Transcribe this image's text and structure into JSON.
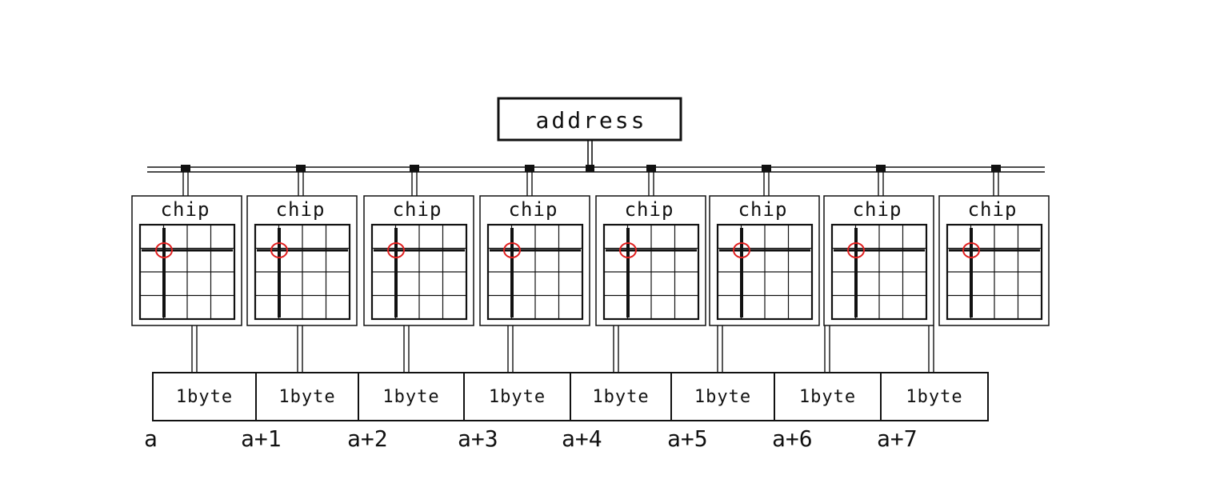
{
  "address_label": "address",
  "chips": [
    {
      "label": "chip"
    },
    {
      "label": "chip"
    },
    {
      "label": "chip"
    },
    {
      "label": "chip"
    },
    {
      "label": "chip"
    },
    {
      "label": "chip"
    },
    {
      "label": "chip"
    },
    {
      "label": "chip"
    }
  ],
  "bytes": [
    {
      "label": "1byte",
      "offset": "a"
    },
    {
      "label": "1byte",
      "offset": "a+1"
    },
    {
      "label": "1byte",
      "offset": "a+2"
    },
    {
      "label": "1byte",
      "offset": "a+3"
    },
    {
      "label": "1byte",
      "offset": "a+4"
    },
    {
      "label": "1byte",
      "offset": "a+5"
    },
    {
      "label": "1byte",
      "offset": "a+6"
    },
    {
      "label": "1byte",
      "offset": "a+7"
    }
  ],
  "colors": {
    "line": "#111111",
    "highlight": "#e02020",
    "background": "#ffffff"
  }
}
